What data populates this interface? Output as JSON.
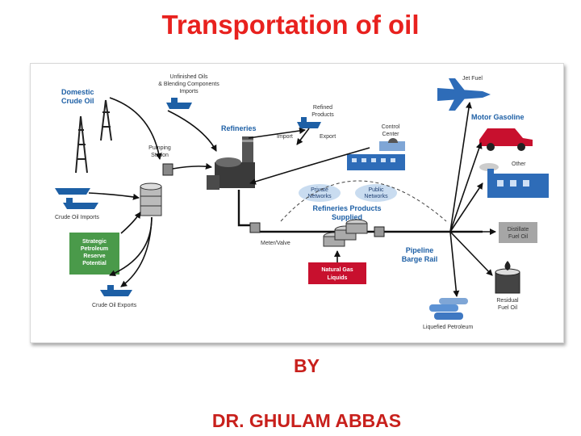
{
  "slide": {
    "title": "Transportation of oil",
    "byline": "BY",
    "author": "DR. GHULAM ABBAS"
  },
  "diagram": {
    "domestic_crude_oil": [
      "Domestic",
      "Crude Oil"
    ],
    "unfinished_oils": [
      "Unfinished Oils",
      "& Blending Components",
      "Imports"
    ],
    "refined_products": [
      "Refined",
      "Products"
    ],
    "import": "Import",
    "export": "Export",
    "control_center": [
      "Control",
      "Center"
    ],
    "refineries": "Refineries",
    "pumping_station": [
      "Pumping",
      "Station"
    ],
    "crude_oil_imports": "Crude Oil Imports",
    "strategic_reserve": [
      "Strategic",
      "Petroleum",
      "Reserve",
      "Potential"
    ],
    "crude_oil_exports": "Crude Oil Exports",
    "private_networks": [
      "Private",
      "Networks"
    ],
    "public_networks": [
      "Public",
      "Networks"
    ],
    "refineries_products_supplied": [
      "Refineries Products",
      "Supplied"
    ],
    "meter_valve": "Meter/Valve",
    "pipeline_barge_rail": [
      "Pipeline",
      "Barge Rail"
    ],
    "natural_gas_liquids": [
      "Natural Gas",
      "Liquids"
    ],
    "jet_fuel": "Jet Fuel",
    "motor_gasoline": "Motor Gasoline",
    "other": "Other",
    "distillate_fuel_oil": [
      "Distillate",
      "Fuel Oil"
    ],
    "residual_fuel_oil": [
      "Residual",
      "Fuel Oil"
    ],
    "liquefied_petroleum": "Liquefied Petroleum",
    "colors": {
      "title_red": "#e8211e",
      "label_blue": "#1d5fa5",
      "reserve_green": "#4a9a4a",
      "ngl_red": "#c8102e",
      "distillate_gray": "#a6a6a6"
    }
  }
}
